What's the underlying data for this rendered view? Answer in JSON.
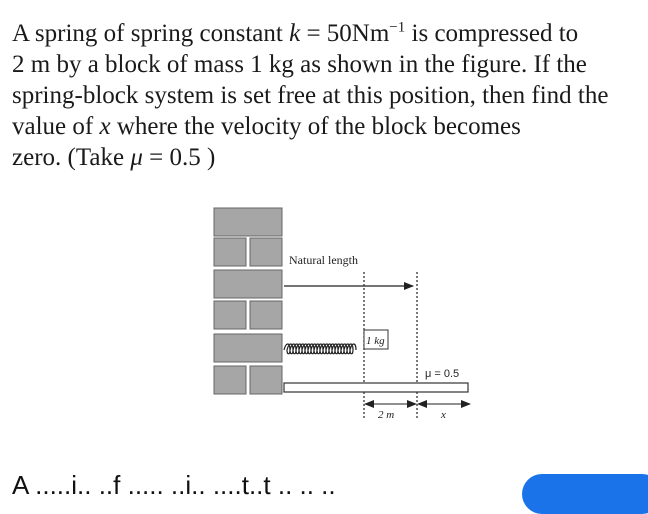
{
  "question": {
    "line1_a": "A spring of spring constant ",
    "line1_k": "k",
    "line1_eq": " = 50Nm",
    "line1_exp": "−1",
    "line1_b": " is compressed to",
    "line2_a": "2 m",
    "line2_b": " by a block of mass ",
    "line2_c": "1 kg",
    "line2_d": " as shown in the figure. If the",
    "line3": "spring-block system is set free at this position, then find the",
    "line4_a": "value of ",
    "line4_x": "x",
    "line4_b": " where the velocity of the block becomes",
    "line5_a": "zero. (Take ",
    "line5_mu": "μ",
    "line5_b": " = 0.5 )"
  },
  "figure": {
    "natural_length_label": "Natural length",
    "block_label": "1 kg",
    "friction_label": "μ = 0.5",
    "compression_label": "2 m",
    "x_label": "x"
  },
  "bottom": {
    "partial_text": "A .....i.. ..f ..... ..i.. ....t..t .. .. ..",
    "button_color": "#1a73e8"
  }
}
